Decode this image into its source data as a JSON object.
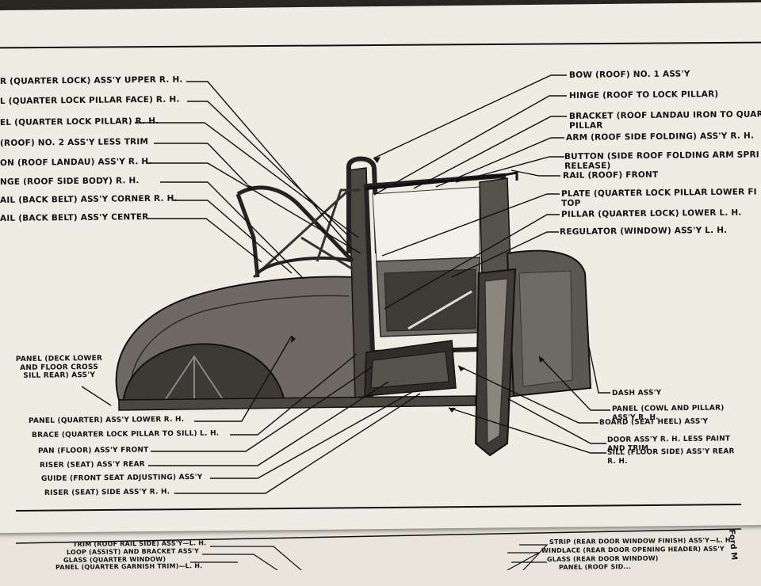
{
  "labels_left": [
    "R (QUARTER LOCK) ASS'Y UPPER R. H.",
    "L (QUARTER LOCK PILLAR FACE) R. H.",
    "EL (QUARTER LOCK PILLAR) R. H.",
    "(ROOF) NO. 2 ASS'Y LESS TRIM",
    "ON (ROOF LANDAU) ASS'Y R. H.",
    "NGE (ROOF SIDE BODY) R. H.",
    "AIL (BACK BELT) ASS'Y CORNER R. H.",
    "AIL (BACK BELT) ASS'Y CENTER"
  ],
  "labels_right": [
    "BOW (ROOF) NO. 1 ASS'Y",
    "HINGE (ROOF TO LOCK PILLAR)",
    "BRACKET (ROOF LANDAU IRON TO QUAR\nPILLAR",
    "ARM (ROOF SIDE FOLDING) ASS'Y R. H.",
    "BUTTON (SIDE ROOF FOLDING ARM SPRI\nRELEASE)",
    "RAIL (ROOF) FRONT",
    "PLATE (QUARTER LOCK PILLAR LOWER FI\nTOP",
    "PILLAR (QUARTER LOCK) LOWER L. H.",
    "REGULATOR (WINDOW) ASS'Y L. H."
  ],
  "panel_deck": "PANEL (DECK LOWER\nAND FLOOR CROSS\nSILL REAR) ASS'Y",
  "labels_bottom_left": [
    "PANEL (QUARTER) ASS'Y LOWER R. H.",
    "BRACE (QUARTER LOCK PILLAR TO SILL) L. H.",
    "PAN (FLOOR) ASS'Y FRONT",
    "RISER (SEAT) ASS'Y REAR",
    "GUIDE (FRONT SEAT ADJUSTING) ASS'Y",
    "RISER (SEAT) SIDE ASS'Y R. H."
  ],
  "labels_bottom_right": [
    "DASH ASS'Y",
    "PANEL (COWL AND PILLAR)\nASS'Y R. H.",
    "BOARD (SEAT HEEL) ASS'Y",
    "DOOR ASS'Y R. H. LESS PAINT\nAND TRIM",
    "SILL (FLOOR SIDE) ASS'Y REAR\nR. H."
  ],
  "next_page_left": [
    "TRIM (ROOF RAIL SIDE) ASS'Y—L. H.",
    "LOOP (ASSIST) AND BRACKET ASS'Y",
    "GLASS (QUARTER WINDOW)",
    "PANEL (QUARTER GARNISH TRIM)—L. H."
  ],
  "next_page_right": [
    "STRIP (REAR DOOR WINDOW FINISH) ASS'Y—L. H.",
    "WINDLACE (REAR DOOR OPENING HEADER) ASS'Y",
    "GLASS (REAR DOOR WINDOW)",
    "PANEL (ROOF SID..."
  ],
  "edge_text": "Ford M",
  "colors": {
    "paper": "#efece4",
    "ink": "#111111",
    "shadow": "#2a2622"
  }
}
